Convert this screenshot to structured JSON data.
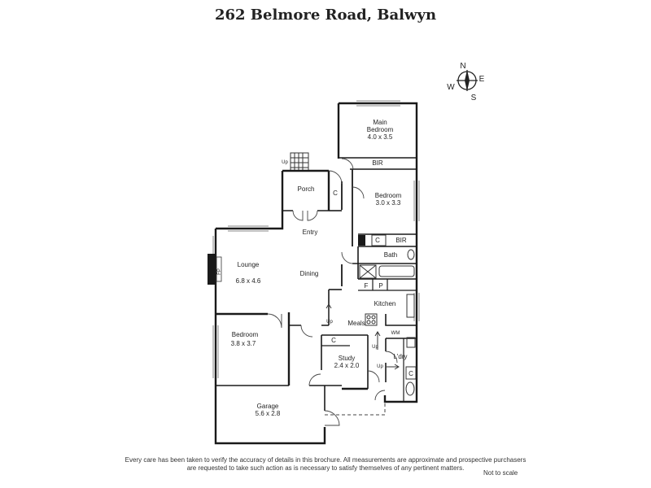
{
  "title": "262 Belmore Road, Balwyn",
  "compass": {
    "n": "N",
    "e": "E",
    "s": "S",
    "w": "W"
  },
  "rooms": {
    "main_bedroom": {
      "name": "Main",
      "name2": "Bedroom",
      "size": "4.0 x 3.5"
    },
    "bir1": "BIR",
    "porch": "Porch",
    "cupboard": "C",
    "bedroom2": {
      "name": "Bedroom",
      "size": "3.0 x 3.3"
    },
    "entry": "Entry",
    "bir2": "BIR",
    "bath": "Bath",
    "lounge": {
      "name": "Lounge",
      "size": "6.8 x 4.6"
    },
    "dining": "Dining",
    "fp": "FP",
    "f": "F",
    "p": "P",
    "kitchen": "Kitchen",
    "meals": "Meals",
    "wm": "WM",
    "bedroom3": {
      "name": "Bedroom",
      "size": "3.8 x 3.7"
    },
    "study": {
      "name": "Study",
      "size": "2.4 x 2.0"
    },
    "ldry": "L'dry",
    "garage": {
      "name": "Garage",
      "size": "5.6 x 2.8"
    }
  },
  "up_label": "Up",
  "footer": {
    "line1": "Every care has been taken to verify the accuracy of details in this brochure.  All measurements are approximate and prospective purchasers",
    "line2": "are requested to take such action as is necessary to satisfy themselves of any pertinent matters.",
    "not_to_scale": "Not to scale"
  }
}
